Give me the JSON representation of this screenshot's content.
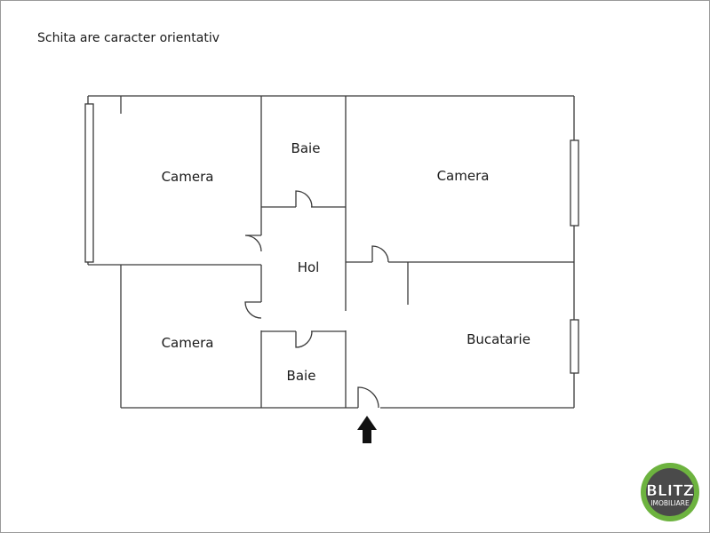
{
  "note": "Schita are caracter orientativ",
  "rooms": {
    "camera_top_left": "Camera",
    "camera_top_right": "Camera",
    "camera_bottom_left": "Camera",
    "baie_top": "Baie",
    "baie_bottom": "Baie",
    "hol": "Hol",
    "bucatarie": "Bucatarie"
  },
  "entrance": {
    "icon": "up-arrow-icon"
  },
  "logo": {
    "brand": "BLITZ",
    "subtitle": "IMOBILIARE",
    "colors": {
      "ring": "#6db33f",
      "inner": "#4a4a4a"
    }
  }
}
